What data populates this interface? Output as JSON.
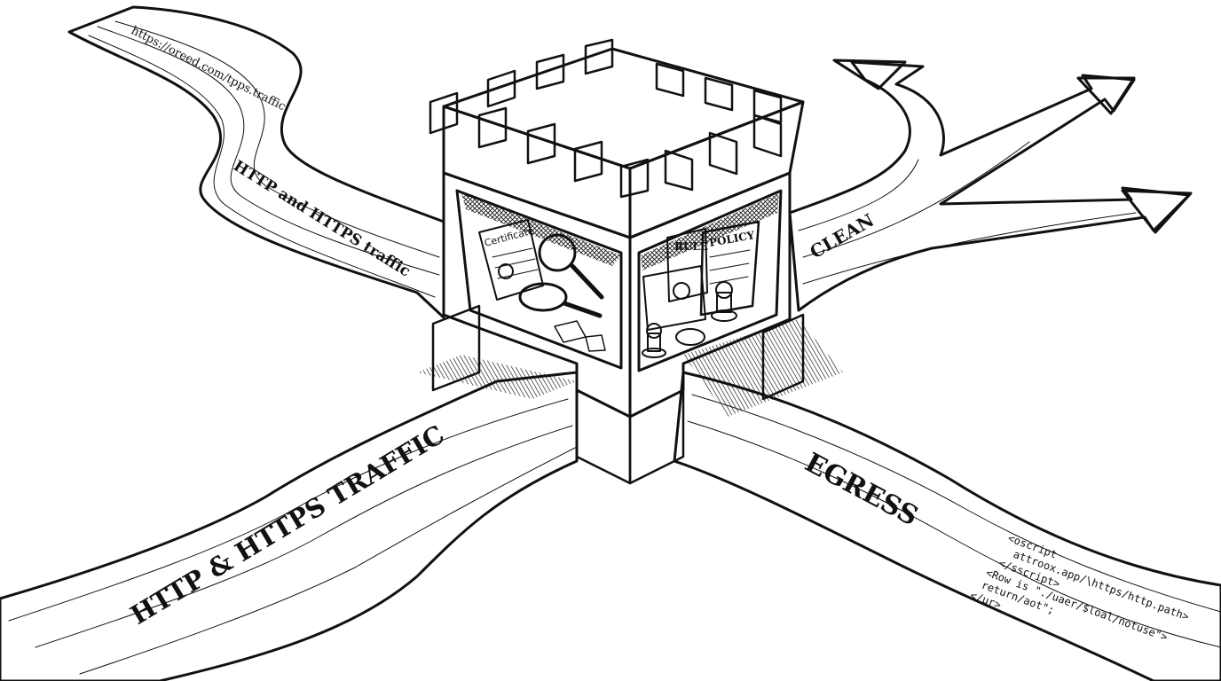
{
  "colors": {
    "ink": "#111111",
    "paper": "#ffffff"
  },
  "streams": {
    "top_left_url": "https://oreed.com/tpps.traffic",
    "top_left_label": "HTTP and HTTPS traffic",
    "bottom_left_label": "HTTP & HTTPS TRAFFIC",
    "right_upper_label": "CLEAN",
    "right_lower_label": "EGRESS"
  },
  "code_lines": [
    "<oscript",
    "attroox.app/\\https/http.path>",
    "</sscript>",
    "<Row is \"./uaer/$loal/notuse\">",
    "return/aot\";",
    "</ur>"
  ],
  "castle": {
    "certificate_label": "Certificate",
    "rule_label": "RULE",
    "policy_label": "POLICY"
  },
  "icons": [
    "magnifier-icon",
    "stamp-icon",
    "certificate-icon",
    "rulebook-icon",
    "policy-book-icon",
    "seal-icon",
    "arrow-icon"
  ]
}
